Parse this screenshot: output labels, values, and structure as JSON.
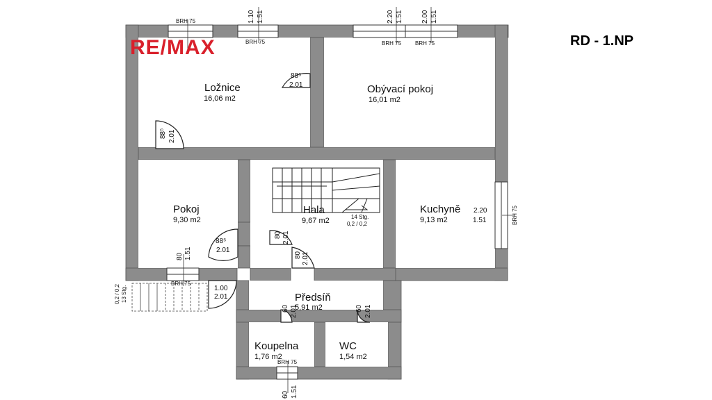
{
  "header": {
    "title": "RD - 1.NP",
    "logo_text": "RE/MAX"
  },
  "colors": {
    "wall": "#8c8c8c",
    "wall_dark": "#6e6e6e",
    "line": "#222222",
    "logo": "#d9202b"
  },
  "rooms": [
    {
      "name": "Ložnice",
      "area": "16,06 m2"
    },
    {
      "name": "Obývací pokoj",
      "area": "16,01 m2"
    },
    {
      "name": "Pokoj",
      "area": "9,30 m2"
    },
    {
      "name": "Hala",
      "area": "9,67 m2"
    },
    {
      "name": "Kuchyně",
      "area": "9,13 m2"
    },
    {
      "name": "Předsíň",
      "area": "5,91 m2"
    },
    {
      "name": "Koupelna",
      "area": "1,76 m2"
    },
    {
      "name": "WC",
      "area": "1,54 m2"
    }
  ],
  "labels": {
    "brh": "BRH 75",
    "win_bed_w": "1.10",
    "win_bed_h": "1.51",
    "win_liv1_w": "2.20",
    "win_liv1_h": "1.51",
    "win_liv2_w": "2.00",
    "win_liv2_h": "1.51",
    "win_kitchen_w": "2.20",
    "win_kitchen_h": "1.51",
    "win_room_w": "80",
    "win_room_h": "1.51",
    "win_bath_w": "60",
    "win_bath_h": "1.51",
    "door_bed_w": "88⁵",
    "door_bed_h": "2.01",
    "door_room_w": "88⁵",
    "door_room_h": "2.01",
    "door_hall_w": "88⁵",
    "door_hall_h": "2.01",
    "door_hala_w": "80",
    "door_hala_h": "2.01",
    "door_pred_w": "80",
    "door_pred_h": "2.01",
    "door_entry_w": "1.00",
    "door_entry_h": "2.01",
    "door_bath_w": "60",
    "door_bath_h": "2.01",
    "door_wc_w": "60",
    "door_wc_h": "2.01",
    "stairs_main_steps": "14 Stg.",
    "stairs_main_dims": "0,2 / 0,2",
    "stairs_out_dims": "0,2 / 0,2",
    "stairs_out_steps": "13 Stg."
  }
}
